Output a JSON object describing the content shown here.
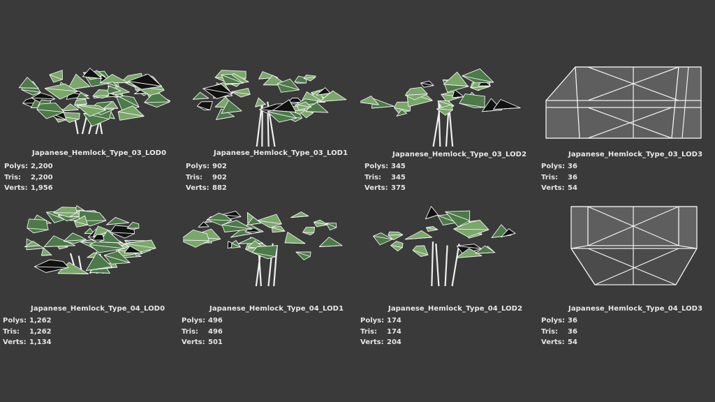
{
  "colors": {
    "background": "#3a3a3a",
    "foliage": "#7aa86a",
    "foliage_dark": "#4c7a48",
    "wire": "#f0f0f0",
    "hull_fill": "#707070",
    "text": "#e4e4e4"
  },
  "rows": [
    {
      "models": [
        {
          "name": "Japanese_Hemlock_Type_03_LOD0",
          "polys": "2,200",
          "tris": "2,200",
          "verts": "1,956",
          "kind": "tree"
        },
        {
          "name": "Japanese_Hemlock_Type_03_LOD1",
          "polys": "902",
          "tris": "902",
          "verts": "882",
          "kind": "tree"
        },
        {
          "name": "Japanese_Hemlock_Type_03_LOD2",
          "polys": "345",
          "tris": "345",
          "verts": "375",
          "kind": "tree"
        },
        {
          "name": "Japanese_Hemlock_Type_03_LOD3",
          "polys": "36",
          "tris": "36",
          "verts": "54",
          "kind": "hull"
        }
      ]
    },
    {
      "models": [
        {
          "name": "Japanese_Hemlock_Type_04_LOD0",
          "polys": "1,262",
          "tris": "1,262",
          "verts": "1,134",
          "kind": "tree"
        },
        {
          "name": "Japanese_Hemlock_Type_04_LOD1",
          "polys": "496",
          "tris": "496",
          "verts": "501",
          "kind": "tree"
        },
        {
          "name": "Japanese_Hemlock_Type_04_LOD2",
          "polys": "174",
          "tris": "174",
          "verts": "204",
          "kind": "tree"
        },
        {
          "name": "Japanese_Hemlock_Type_04_LOD3",
          "polys": "36",
          "tris": "36",
          "verts": "54",
          "kind": "hull"
        }
      ]
    }
  ],
  "labels": {
    "polys": "Polys:",
    "tris": "Tris:",
    "verts": "Verts:"
  }
}
